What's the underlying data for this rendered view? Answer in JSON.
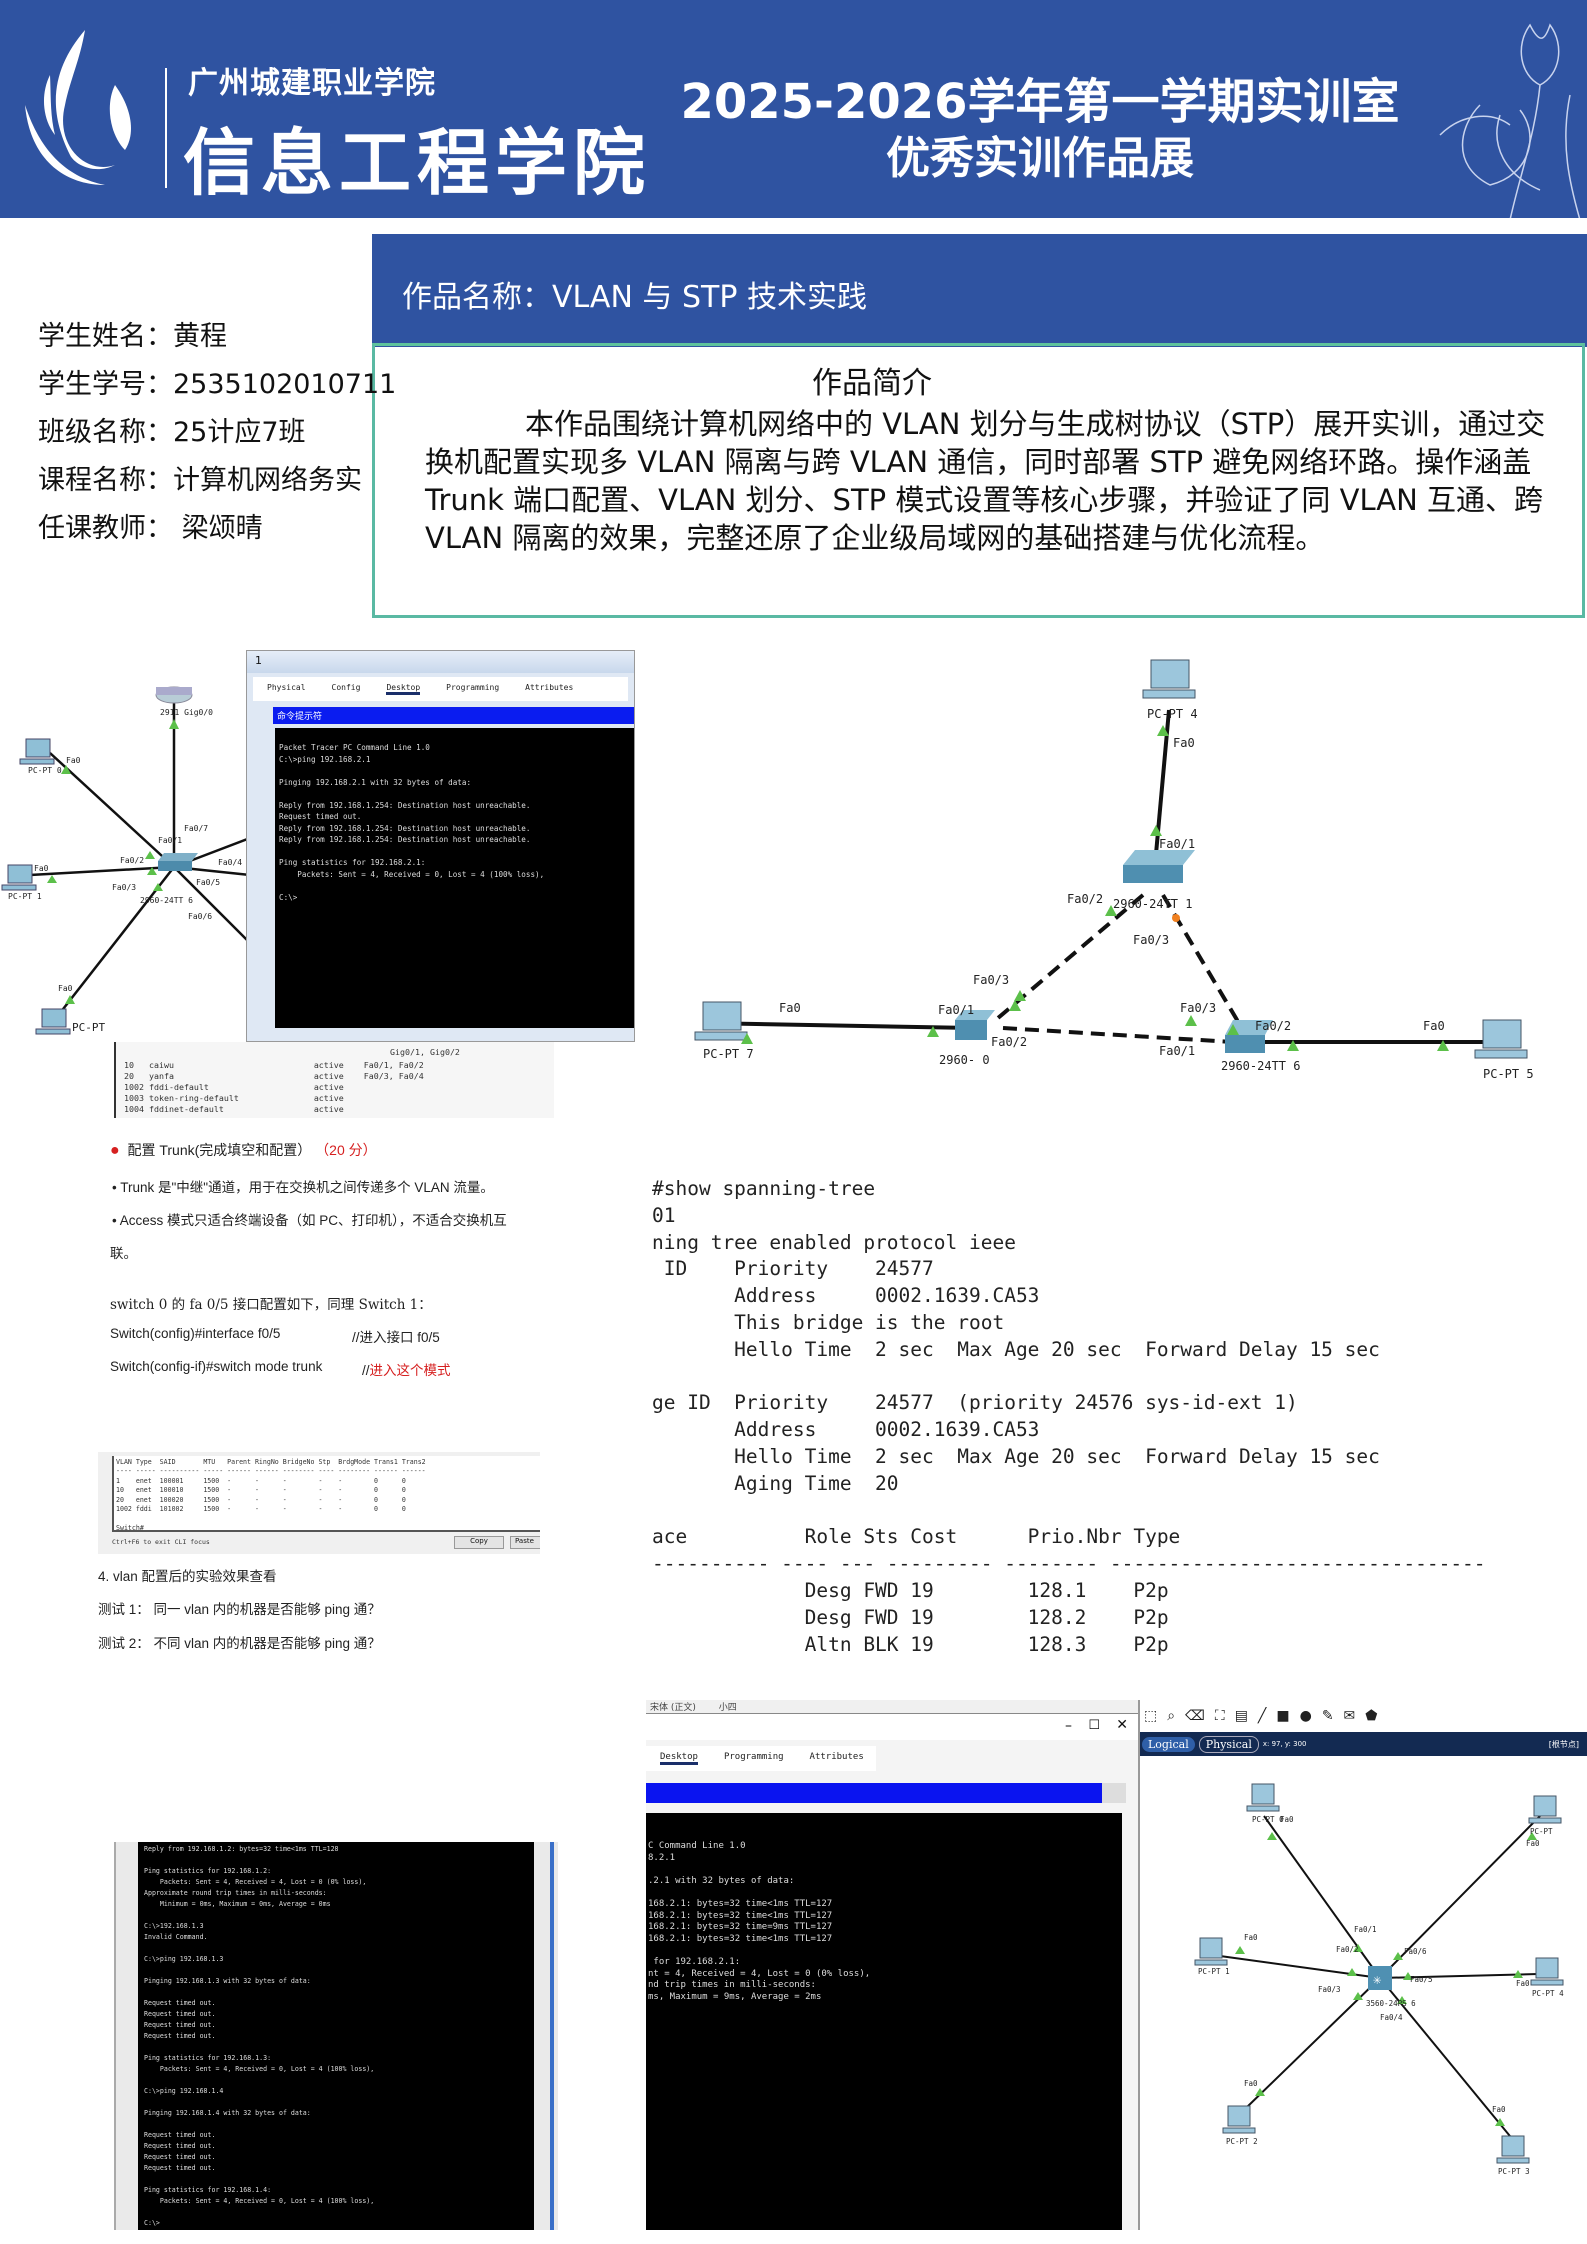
{
  "header": {
    "school": "广州城建职业学院",
    "college": "信息工程学院",
    "title_line1": "2025-2026学年第一学期实训室",
    "title_line2": "优秀实训作品展"
  },
  "work": {
    "name": "作品名称：VLAN 与 STP 技术实践",
    "intro_title": "作品简介",
    "intro_text": "本作品围绕计算机网络中的 VLAN 划分与生成树协议（STP）展开实训，通过交换机配置实现多 VLAN 隔离与跨 VLAN 通信，同时部署 STP 避免网络环路。操作涵盖 Trunk 端口配置、VLAN 划分、STP 模式设置等核心步骤，并验证了同 VLAN 互通、跨 VLAN 隔离的效果，完整还原了企业级局域网的基础搭建与优化流程。"
  },
  "student": {
    "name": "学生姓名：黄程",
    "id": "学生学号：2535102010711",
    "class": "班级名称：25计应7班",
    "course": "课程名称：计算机网络务实",
    "teacher": "任课教师： 梁颂晴"
  },
  "topo1": {
    "router": "2911 Gig0/0",
    "switch": "2960-24TT 6",
    "pc0": "PC-PT 0",
    "pc1": "PC-PT 1",
    "pc2": "PC-PT",
    "ports": [
      "Fa0",
      "Fa0",
      "Fa0",
      "Fa0/1",
      "Fa0/2",
      "Fa0/3",
      "Fa0/4",
      "Fa0/5",
      "Fa0/6",
      "Fa0/7"
    ]
  },
  "cmd1": {
    "title": "1",
    "tabs": [
      "Physical",
      "Config",
      "Desktop",
      "Programming",
      "Attributes"
    ],
    "bar": "命令提示符",
    "text": "Packet Tracer PC Command Line 1.0\nC:\\>ping 192.168.2.1\n\nPinging 192.168.2.1 with 32 bytes of data:\n\nReply from 192.168.1.254: Destination host unreachable.\nRequest timed out.\nReply from 192.168.1.254: Destination host unreachable.\nReply from 192.168.1.254: Destination host unreachable.\n\nPing statistics for 192.168.2.1:\n    Packets: Sent = 4, Received = 0, Lost = 4 (100% loss),\n\nC:\\>"
  },
  "vlan_list": "10   caiwu                            active    Fa0/1, Fa0/2\n20   yanfa                            active    Fa0/3, Fa0/4\n1002 fddi-default                     active\n1003 token-ring-default               active\n1004 fddinet-default                  active",
  "vlan_list_ports_top": "Gig0/1, Gig0/2",
  "doc": {
    "trunk_heading": "配置  Trunk(完成填空和配置）",
    "trunk_score": "（20 分）",
    "bullet1": "• Trunk  是\"中继\"通道，用于在交换机之间传递多个  VLAN  流量。",
    "bullet2": "• Access  模式只适合终端设备（如  PC、打印机），不适合交换机互",
    "bullet2_cont": "联。",
    "switch_intro": "switch  0 的 fa  0/5 接口配置如下，同理 Switch  1：",
    "cmd1": "Switch(config)#interface f0/5",
    "cmd1_comment": "//进入接口 f0/5",
    "cmd2": "Switch(config-if)#switch mode trunk",
    "cmd2_comment_prefix": "//",
    "cmd2_comment": "进入这个模式",
    "section4": "4. vlan 配置后的实验效果查看",
    "test1": "测试 1：  同一 vlan 内的机器是否能够 ping 通？",
    "test2": "测试 2：  不同 vlan 内的机器是否能够 ping 通？"
  },
  "vlan_table": {
    "text": "VLAN Type  SAID       MTU   Parent RingNo BridgeNo Stp  BrdgMode Trans1 Trans2\n---- ----- ---------- ----- ------ ------ -------- ---- -------- ------ ------\n1    enet  100001     1500  -      -      -        -    -        0      0\n10   enet  100010     1500  -      -      -        -    -        0      0\n20   enet  100020     1500  -      -      -        -    -        0      0\n1002 fddi  101002     1500  -      -      -        -    -        0      0\n\nSwitch#",
    "hint": "Ctrl+F6 to exit CLI focus",
    "copy": "Copy",
    "paste": "Paste"
  },
  "topo2": {
    "pc_top": "PC-PT 4",
    "pc_left": "PC-PT 7",
    "pc_right": "PC-PT 5",
    "sw1": "2960-24TT 1",
    "sw0": "2960- 0",
    "sw6": "2960-24TT 6",
    "ports": [
      "Fa0",
      "Fa0/1",
      "Fa0/2",
      "Fa0/3",
      "Fa0/3",
      "Fa0/1",
      "Fa0/2",
      "Fa0/3",
      "Fa0/1",
      "Fa0/2",
      "Fa0",
      "Fa0"
    ]
  },
  "stp_output": "#show spanning-tree\n01\nning tree enabled protocol ieee\n ID    Priority    24577\n       Address     0002.1639.CA53\n       This bridge is the root\n       Hello Time  2 sec  Max Age 20 sec  Forward Delay 15 sec\n\nge ID  Priority    24577  (priority 24576 sys-id-ext 1)\n       Address     0002.1639.CA53\n       Hello Time  2 sec  Max Age 20 sec  Forward Delay 15 sec\n       Aging Time  20\n\nace          Role Sts Cost      Prio.Nbr Type\n---------- ---- --- --------- -------- --------------------------------\n             Desg FWD 19        128.1    P2p\n             Desg FWD 19        128.2    P2p\n             Altn BLK 19        128.3    P2p",
  "cmd3": {
    "text": "Reply from 192.168.1.2: bytes=32 time<1ms TTL=128\n\nPing statistics for 192.168.1.2:\n    Packets: Sent = 4, Received = 4, Lost = 0 (0% loss),\nApproximate round trip times in milli-seconds:\n    Minimum = 0ms, Maximum = 0ms, Average = 0ms\n\nC:\\>192.168.1.3\nInvalid Command.\n\nC:\\>ping 192.168.1.3\n\nPinging 192.168.1.3 with 32 bytes of data:\n\nRequest timed out.\nRequest timed out.\nRequest timed out.\nRequest timed out.\n\nPing statistics for 192.168.1.3:\n    Packets: Sent = 4, Received = 0, Lost = 4 (100% loss),\n\nC:\\>ping 192.168.1.4\n\nPinging 192.168.1.4 with 32 bytes of data:\n\nRequest timed out.\nRequest timed out.\nRequest timed out.\nRequest timed out.\n\nPing statistics for 192.168.1.4:\n    Packets: Sent = 4, Received = 0, Lost = 4 (100% loss),\n\nC:\\>"
  },
  "cmd4": {
    "toolbar_font": "宋体 (正文)",
    "toolbar_size": "小四",
    "tabs": [
      "Desktop",
      "Programming",
      "Attributes"
    ],
    "text": "C Command Line 1.0\n8.2.1\n\n.2.1 with 32 bytes of data:\n\n168.2.1: bytes=32 time<1ms TTL=127\n168.2.1: bytes=32 time<1ms TTL=127\n168.2.1: bytes=32 time=9ms TTL=127\n168.2.1: bytes=32 time<1ms TTL=127\n\n for 192.168.2.1:\nnt = 4, Received = 4, Lost = 0 (0% loss),\nnd trip times in milli-seconds:\nms, Maximum = 9ms, Average = 2ms"
  },
  "pt": {
    "logical": "Logical",
    "physical": "Physical",
    "coords": "x: 97, y: 300",
    "root": "[根节点]",
    "switch": "3560-24PS 6",
    "pcs": [
      "PC-PT 0",
      "PC-PT",
      "PC-PT 1",
      "PC-PT 4",
      "PC-PT 2",
      "PC-PT 3"
    ],
    "ports": [
      "Fa0",
      "Fa0",
      "Fa0",
      "Fa0",
      "Fa0",
      "Fa0",
      "Fa0/1",
      "Fa0/6",
      "Fa0/2",
      "Fa0/5",
      "Fa0/3",
      "Fa0/4"
    ]
  },
  "colors": {
    "brand_blue": "#2f53a1",
    "teal_border": "#5ab9a3",
    "link_green": "#5cc04a",
    "red_text": "#d62020"
  }
}
